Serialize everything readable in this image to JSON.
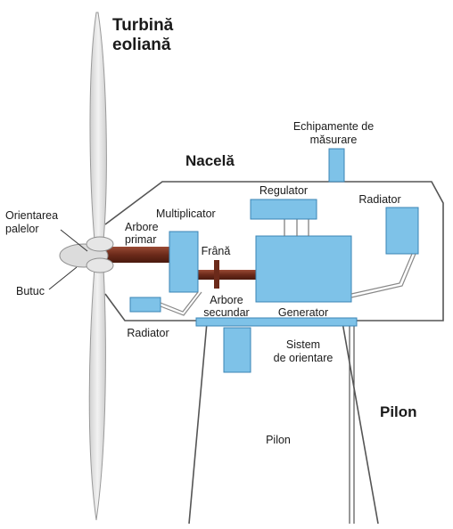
{
  "diagram": {
    "title_line1": "Turbină",
    "title_line2": "eoliană",
    "nacelle": "Nacelă",
    "measurement_line1": "Echipamente de",
    "measurement_line2": "măsurare",
    "regulator": "Regulator",
    "radiator_right": "Radiator",
    "multiplier": "Multiplicator",
    "pitch_line1": "Orientarea",
    "pitch_line2": "palelor",
    "primary_shaft_line1": "Arbore",
    "primary_shaft_line2": "primar",
    "brake": "Frână",
    "hub": "Butuc",
    "secondary_shaft_line1": "Arbore",
    "secondary_shaft_line2": "secundar",
    "generator": "Generator",
    "radiator_left": "Radiator",
    "yaw_line1": "Sistem",
    "yaw_line2": "de orientare",
    "tower_bold": "Pilon",
    "tower_label": "Pilon",
    "colors": {
      "component_fill": "#7ec2e8",
      "component_stroke": "#3b84b5",
      "shaft": "#6b2a1a",
      "shaft_highlight": "#9a4a34",
      "blade_fill": "#e3e3e3",
      "blade_stroke": "#9a9a9a",
      "outline": "#555555"
    }
  }
}
